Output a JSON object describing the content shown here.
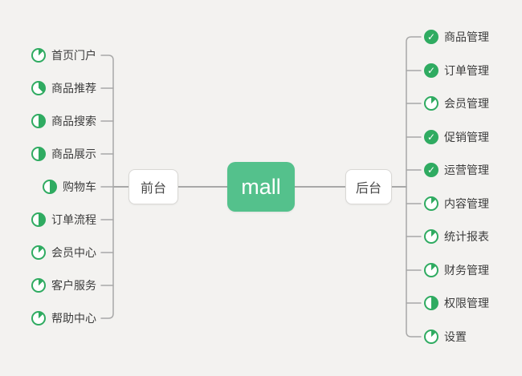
{
  "colors": {
    "background": "#f3f2f0",
    "accent_green": "#2fab61",
    "root_green": "#54c18c",
    "line_gray": "#a5a5a5",
    "text_dark": "#3c3c3c"
  },
  "icons": {
    "check_glyph": "✓"
  },
  "root": {
    "label": "mall"
  },
  "branches": [
    {
      "label": "前台",
      "items": [
        {
          "label": "首页门户",
          "progress": "12"
        },
        {
          "label": "商品推荐",
          "progress": "37"
        },
        {
          "label": "商品搜索",
          "progress": "50"
        },
        {
          "label": "商品展示",
          "progress": "50"
        },
        {
          "label": "购物车",
          "progress": "50"
        },
        {
          "label": "订单流程",
          "progress": "50"
        },
        {
          "label": "会员中心",
          "progress": "12"
        },
        {
          "label": "客户服务",
          "progress": "12"
        },
        {
          "label": "帮助中心",
          "progress": "12"
        }
      ]
    },
    {
      "label": "后台",
      "items": [
        {
          "label": "商品管理",
          "progress": "100"
        },
        {
          "label": "订单管理",
          "progress": "100"
        },
        {
          "label": "会员管理",
          "progress": "12"
        },
        {
          "label": "促销管理",
          "progress": "100"
        },
        {
          "label": "运营管理",
          "progress": "100"
        },
        {
          "label": "内容管理",
          "progress": "12"
        },
        {
          "label": "统计报表",
          "progress": "12"
        },
        {
          "label": "财务管理",
          "progress": "12"
        },
        {
          "label": "权限管理",
          "progress": "50"
        },
        {
          "label": "设置",
          "progress": "12"
        }
      ]
    }
  ]
}
